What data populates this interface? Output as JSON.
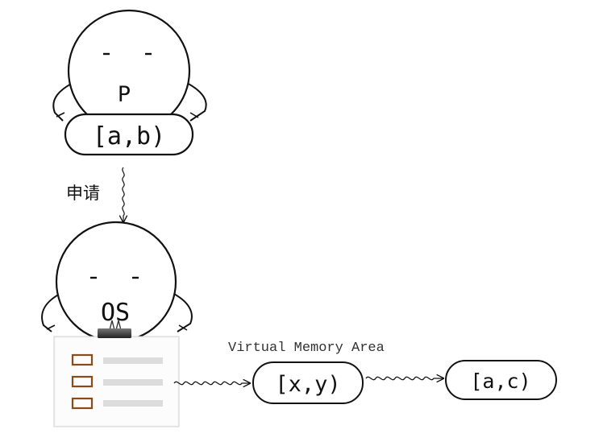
{
  "process": {
    "name": "P",
    "range_label": "[a,b)"
  },
  "request_label": "申请",
  "os": {
    "name": "OS"
  },
  "vma": {
    "title": "Virtual Memory Area",
    "nodes": [
      {
        "label": "[x,y)"
      },
      {
        "label": "[a,c)"
      }
    ]
  }
}
